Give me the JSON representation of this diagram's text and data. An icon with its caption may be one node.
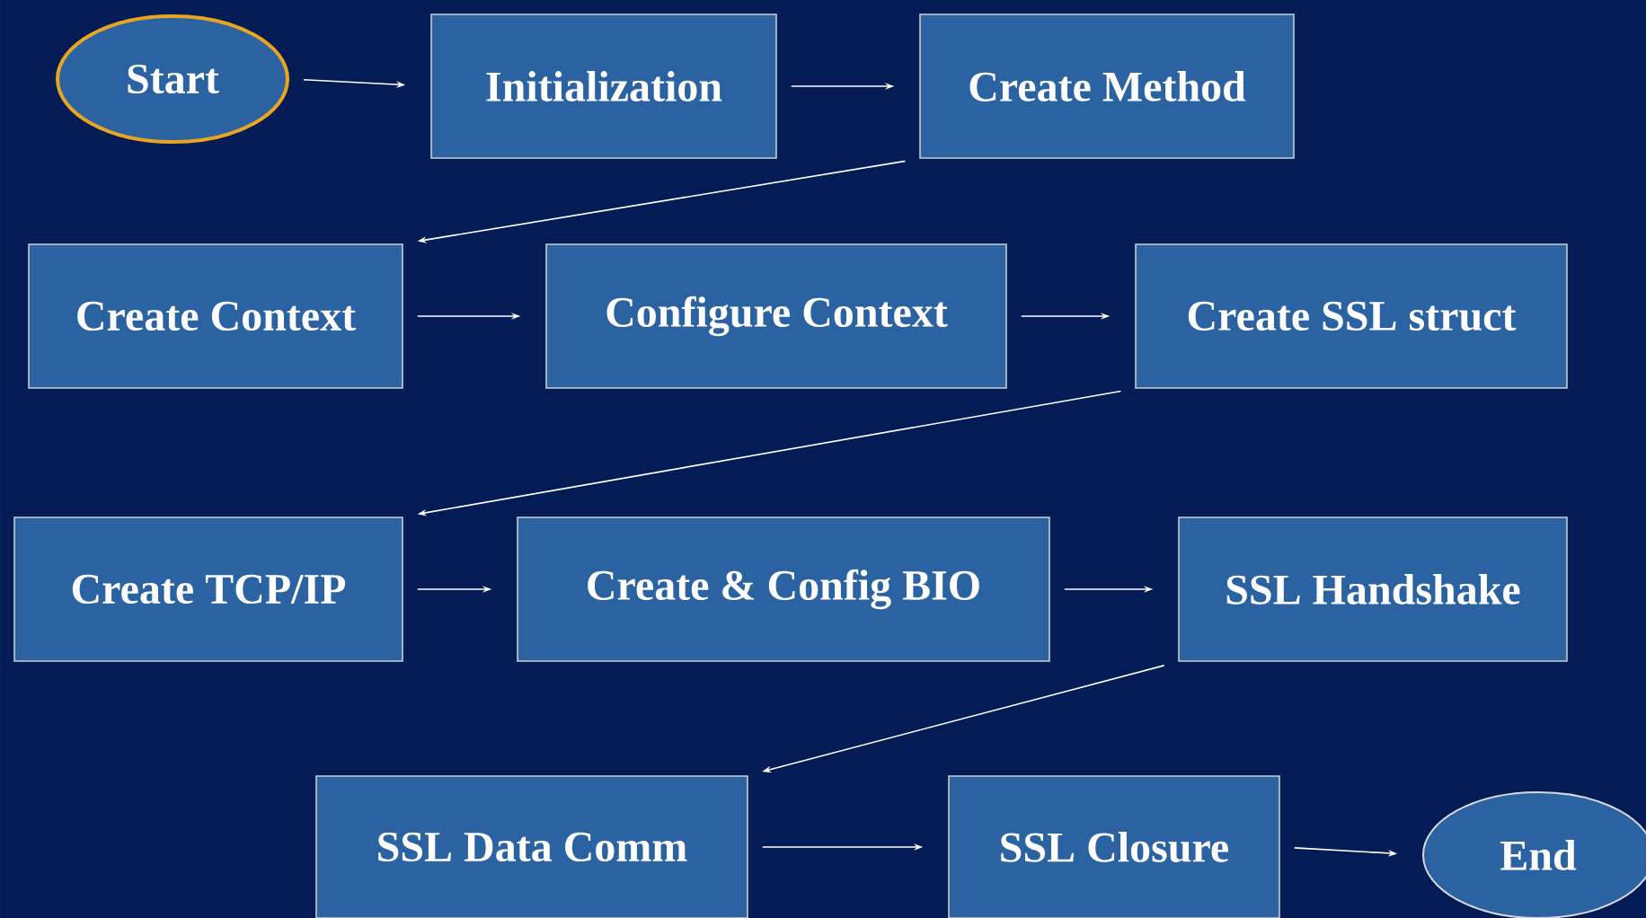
{
  "diagram": {
    "nodes": [
      {
        "text": [
          "Start"
        ]
      },
      {
        "text": [
          "Initialization"
        ]
      },
      {
        "text": [
          "Create Method"
        ]
      },
      {
        "text": [
          "Create Context"
        ]
      },
      {
        "text": [
          "Configure Context"
        ]
      },
      {
        "text": [
          "Create SSL struct"
        ]
      },
      {
        "text": [
          "Create TCP/IP"
        ]
      },
      {
        "text": [
          "Create & Config BIO"
        ]
      },
      {
        "text": [
          "SSL Handshake"
        ]
      },
      {
        "text": [
          "SSL Data Comm"
        ]
      },
      {
        "text": [
          "SSL Closure"
        ]
      },
      {
        "text": [
          "End"
        ]
      }
    ],
    "edges": [
      {
        "from": 0,
        "to": 1,
        "arrow": "to"
      },
      {
        "from": 1,
        "to": 2,
        "arrow": "to"
      },
      {
        "from": 2,
        "to": 3,
        "arrow": "to"
      },
      {
        "from": 3,
        "to": 4,
        "arrow": "to"
      },
      {
        "from": 4,
        "to": 5,
        "arrow": "to"
      },
      {
        "from": 5,
        "to": 6,
        "arrow": "to"
      },
      {
        "from": 6,
        "to": 7,
        "arrow": "to"
      },
      {
        "from": 7,
        "to": 8,
        "arrow": "to"
      },
      {
        "from": 8,
        "to": 9,
        "arrow": "to"
      },
      {
        "from": 9,
        "to": 10,
        "arrow": "to"
      },
      {
        "from": 10,
        "to": 11,
        "arrow": "to"
      }
    ]
  }
}
